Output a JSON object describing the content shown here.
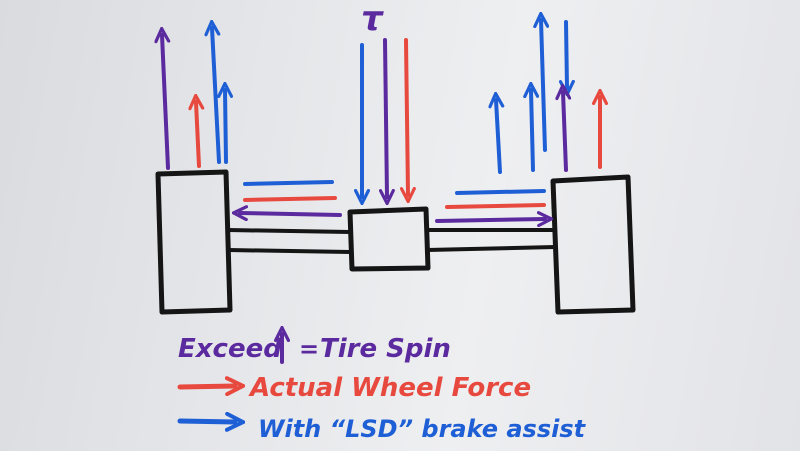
{
  "diagram": {
    "torque_symbol": "τ",
    "legend": {
      "exceed": {
        "prefix": "Exceed",
        "arrow_symbol": "↑",
        "equals": "=",
        "suffix": "Tire Spin",
        "color": "#5b2a9e"
      },
      "actual": {
        "text": "Actual Wheel Force",
        "color": "#e8493f"
      },
      "lsd": {
        "text": "With “LSD” brake assist",
        "color": "#1f5fd6"
      }
    },
    "colors": {
      "purple": "#5b2a9e",
      "red": "#e8493f",
      "blue": "#1f5fd6",
      "black": "#151515",
      "board": "#e6e7ea"
    }
  }
}
